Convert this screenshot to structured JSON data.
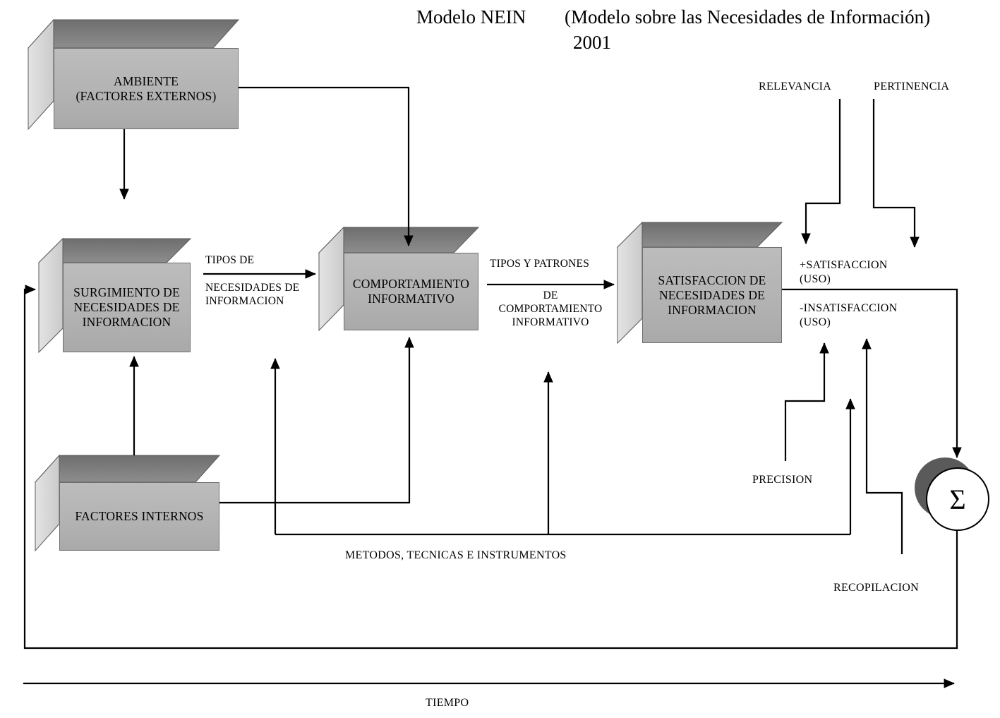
{
  "title": {
    "model_name": "Modelo NEIN",
    "expansion": "(Modelo sobre las Necesidades de Información)",
    "year": "2001"
  },
  "diagram": {
    "type": "flow-diagram",
    "boxes": [
      {
        "id": "ambiente",
        "label": "AMBIENTE\n(FACTORES EXTERNOS)"
      },
      {
        "id": "surgimiento",
        "label": "SURGIMIENTO DE\nNECESIDADES DE\nINFORMACION"
      },
      {
        "id": "comportamiento",
        "label": "COMPORTAMIENTO\nINFORMATIVO"
      },
      {
        "id": "satisfaccion",
        "label": "SATISFACCION DE\nNECESIDADES DE\nINFORMACION"
      },
      {
        "id": "factores",
        "label": "FACTORES INTERNOS"
      }
    ],
    "edge_labels": {
      "tipos_de": "TIPOS DE",
      "necesidades_de_informacion": "NECESIDADES DE\nINFORMACION",
      "tipos_y_patrones": "TIPOS Y PATRONES",
      "de_comportamiento_informativo": "DE\nCOMPORTAMIENTO\nINFORMATIVO",
      "mas_satisfaccion": "+SATISFACCION\n(USO)",
      "menos_insatisfaccion": "-INSATISFACCION\n(USO)"
    },
    "annotations": {
      "relevancia": "RELEVANCIA",
      "pertinencia": "PERTINENCIA",
      "precision": "PRECISION",
      "recopilacion": "RECOPILACION",
      "metodos": "METODOS, TECNICAS E INSTRUMENTOS",
      "tiempo": "TIEMPO",
      "sigma": "Σ"
    },
    "colors": {
      "box_front": "#b3b3b3",
      "box_top": "#7d7d7d",
      "box_side": "#d9d9d9",
      "stroke": "#000000",
      "sigma_shadow": "#5a5a5a",
      "background": "#ffffff"
    }
  }
}
